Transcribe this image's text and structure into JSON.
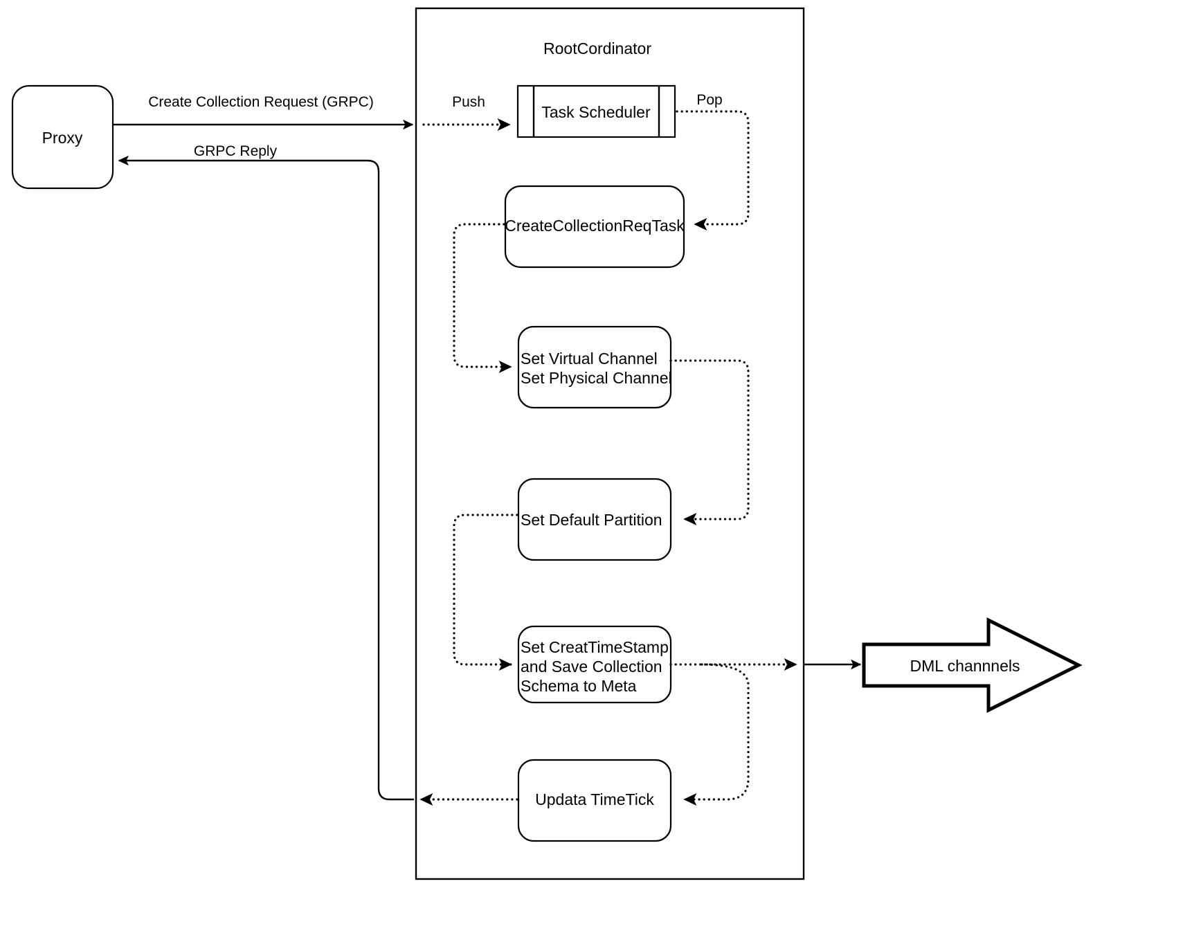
{
  "diagram": {
    "title_label": "RootCordinator",
    "nodes": {
      "proxy": {
        "label": "Proxy",
        "shape": "rounded-rect"
      },
      "task_scheduler": {
        "label": "Task Scheduler",
        "shape": "queue"
      },
      "create_collection_req_task": {
        "label": "CreateCollectionReqTask",
        "shape": "rounded-rect"
      },
      "set_channel": {
        "shape": "rounded-rect",
        "lines": [
          "Set Virtual Channel",
          "Set Physical Channel"
        ]
      },
      "set_default_partition": {
        "label": "Set Default Partition",
        "shape": "rounded-rect"
      },
      "set_create_timestamp": {
        "shape": "rounded-rect",
        "lines": [
          "Set CreatTimeStamp",
          "and Save Collection",
          "Schema to Meta"
        ]
      },
      "updata_timetick": {
        "label": "Updata TimeTick",
        "shape": "rounded-rect"
      },
      "dml_channels": {
        "label": "DML channnels",
        "shape": "block-arrow"
      }
    },
    "edge_labels": {
      "create_collection_request": "Create Collection Request (GRPC)",
      "grpc_reply": "GRPC Reply",
      "push": "Push",
      "pop": "Pop"
    },
    "colors": {
      "stroke": "#000000",
      "fill": "#ffffff",
      "background": "#ffffff"
    }
  }
}
